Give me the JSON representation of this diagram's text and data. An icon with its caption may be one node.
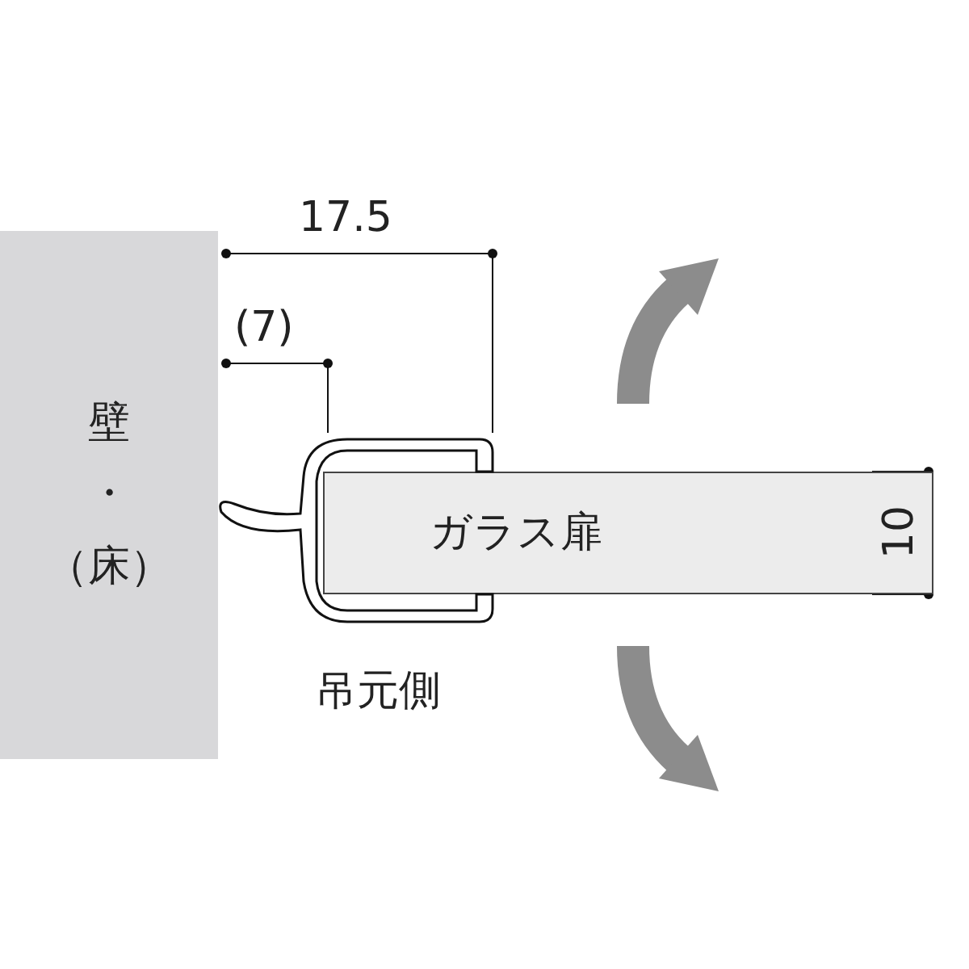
{
  "diagram": {
    "nodes": [
      {
        "text": [
          "壁・（床）"
        ]
      },
      {
        "text": [
          "ガラス扉"
        ]
      }
    ],
    "labels": [
      "17.5",
      "(7)",
      "10",
      "吊元側"
    ]
  }
}
